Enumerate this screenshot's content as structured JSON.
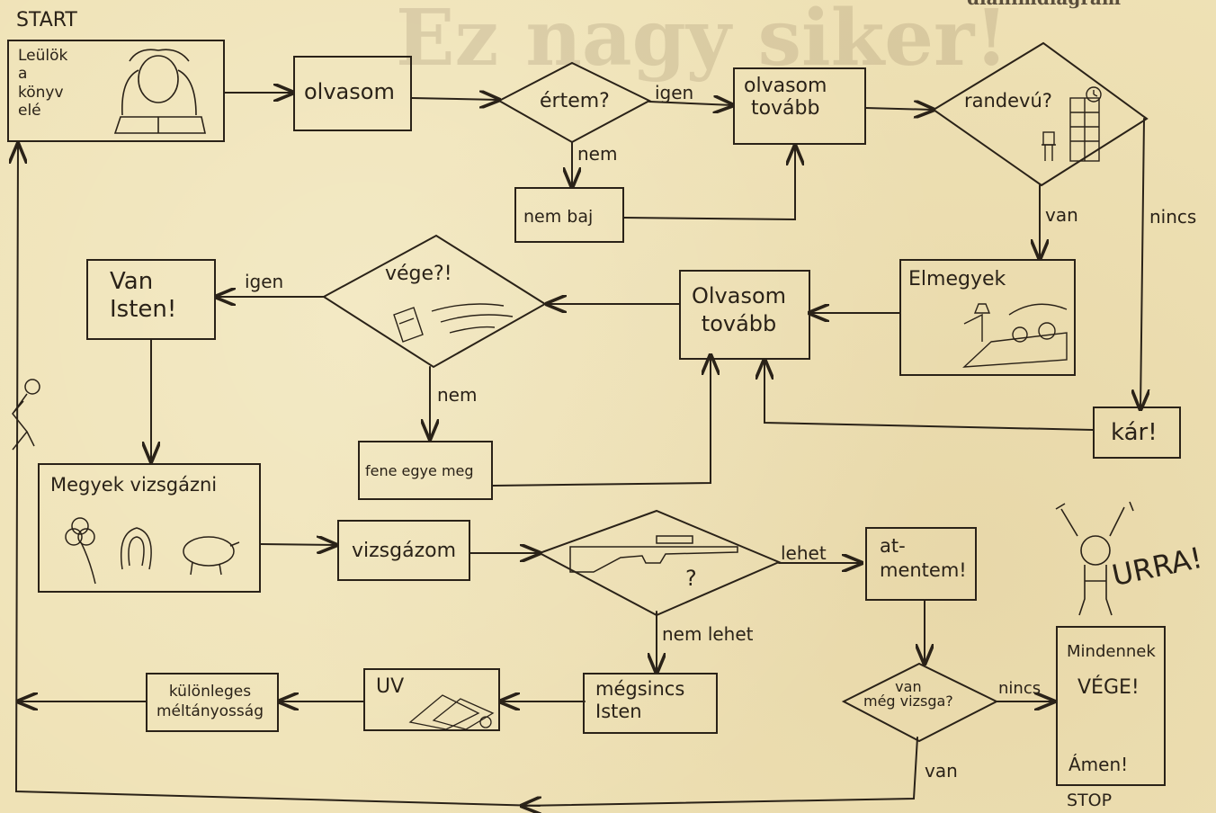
{
  "header": {
    "start": "START",
    "top_right": "diafilmdiagram",
    "faded_title": "Ez nagy siker!"
  },
  "steps": {
    "sit_down": "Leülök\na\nkönyv\nelé",
    "read": "olvasom",
    "understand": "értem?",
    "read_on_1": "olvasom\ntovább",
    "no_problem": "nem baj",
    "date": "randevú?",
    "go_out": "Elmegyek",
    "pity": "kár!",
    "read_on_2": "Olvasom\ntovább",
    "end": "vége?!",
    "god_exists": "Van\nIsten!",
    "damn_it": "fene egye meg",
    "go_exam": "Megyek vizsgázni",
    "exam": "vizsgázom",
    "exam_question": "?",
    "passed": "at-\nmentem!",
    "more_exams": "van\nmég vizsga?",
    "no_god": "mégsincs\nIsten",
    "uv": "UV",
    "special_grace": "különleges\nméltányosság",
    "final": {
      "line1": "Mindennek",
      "line2": "VÉGE!",
      "line3": "Ámen!"
    },
    "stop": "STOP",
    "hurrah": "URRA!"
  },
  "edges": {
    "understand_yes": "igen",
    "understand_no": "nem",
    "date_yes": "van",
    "date_no": "nincs",
    "end_yes": "igen",
    "end_no": "nem",
    "exam_ok": "lehet",
    "exam_fail": "nem lehet",
    "more_no": "nincs",
    "more_yes": "van"
  },
  "colors": {
    "paper": "#efe2b6",
    "ink": "#2a2218"
  }
}
